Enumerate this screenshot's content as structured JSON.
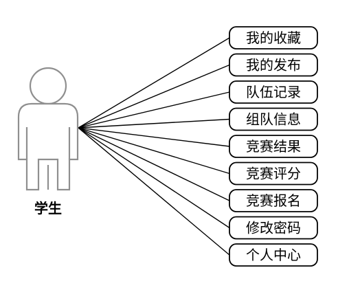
{
  "actor": {
    "label": "学生",
    "icon": "person-icon"
  },
  "use_cases": [
    {
      "label": "我的收藏"
    },
    {
      "label": "我的发布"
    },
    {
      "label": "队伍记录"
    },
    {
      "label": "组队信息"
    },
    {
      "label": "竞赛结果"
    },
    {
      "label": "竞赛评分"
    },
    {
      "label": "竞赛报名"
    },
    {
      "label": "修改密码"
    },
    {
      "label": "个人中心"
    }
  ]
}
